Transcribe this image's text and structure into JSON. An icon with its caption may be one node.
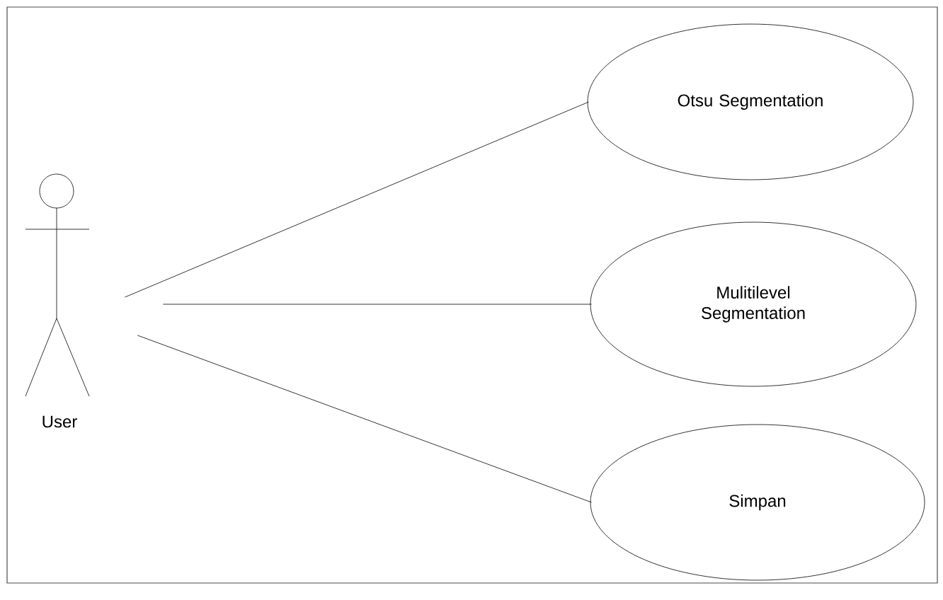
{
  "diagram": {
    "nodes": [
      {
        "text": [
          "User"
        ]
      },
      {
        "text": [
          "Otsu Segmentation"
        ]
      },
      {
        "text": [
          "Mulitilevel Segmentation"
        ]
      },
      {
        "text": [
          "Simpan"
        ]
      }
    ],
    "edges": [
      {
        "from": 0,
        "to": 1,
        "arrow": "none"
      },
      {
        "from": 0,
        "to": 2,
        "arrow": "none"
      },
      {
        "from": 0,
        "to": 3,
        "arrow": "none"
      }
    ]
  }
}
